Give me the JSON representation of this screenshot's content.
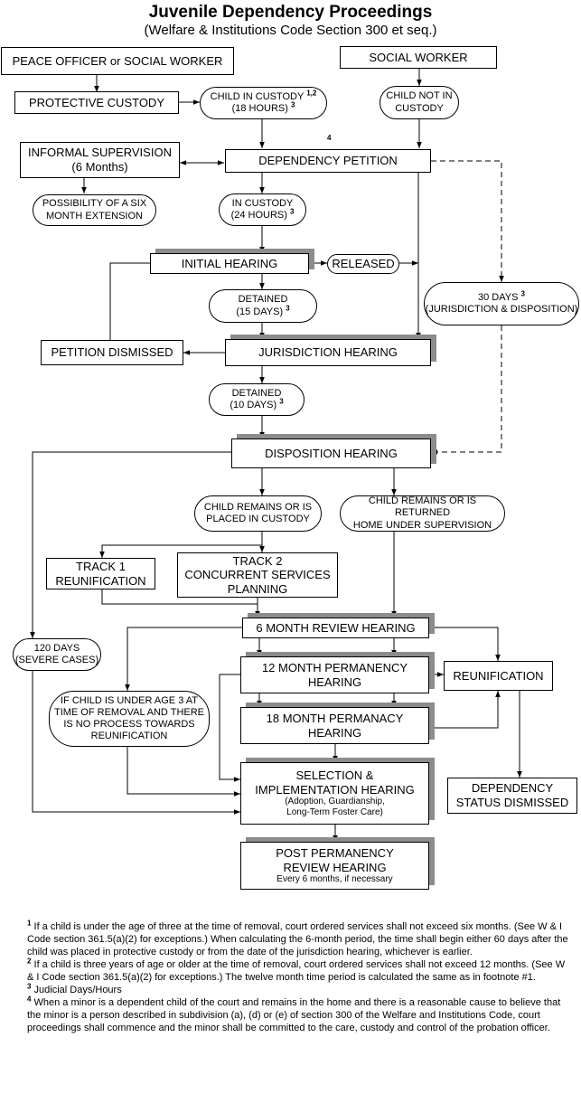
{
  "title": "Juvenile Dependency Proceedings",
  "subtitle": "(Welfare & Institutions Code Section 300 et seq.)",
  "nodes": {
    "peace_officer": "PEACE OFFICER or SOCIAL WORKER",
    "social_worker": "SOCIAL WORKER",
    "protective_custody": "PROTECTIVE CUSTODY",
    "child_in_custody": "CHILD IN CUSTODY",
    "child_in_custody_sup": "1,2",
    "child_in_custody_hours": "(18 HOURS)",
    "child_not_in_custody_1": "CHILD NOT IN",
    "child_not_in_custody_2": "CUSTODY",
    "informal_supervision": "INFORMAL SUPERVISION",
    "informal_supervision_months": "(6 Months)",
    "dependency_petition": "DEPENDENCY PETITION",
    "footnote_marker_4": "4",
    "extension_1": "POSSIBILITY OF A SIX",
    "extension_2": "MONTH EXTENSION",
    "in_custody": "IN CUSTODY",
    "in_custody_hours": "(24 HOURS)",
    "initial_hearing": "INITIAL HEARING",
    "released": "RELEASED",
    "thirty_days": "30 DAYS",
    "thirty_days_detail": "(JURISDICTION & DISPOSITION)",
    "detained": "DETAINED",
    "detained_15": "(15 DAYS)",
    "petition_dismissed": "PETITION DISMISSED",
    "jurisdiction_hearing": "JURISDICTION HEARING",
    "detained_10": "(10 DAYS)",
    "disposition_hearing": "DISPOSITION HEARING",
    "remains_custody_1": "CHILD REMAINS OR IS",
    "remains_custody_2": "PLACED IN CUSTODY",
    "remains_home_1": "CHILD REMAINS OR IS RETURNED",
    "remains_home_2": "HOME UNDER SUPERVISION",
    "track1_1": "TRACK 1",
    "track1_2": "REUNIFICATION",
    "track2_1": "TRACK 2",
    "track2_2": "CONCURRENT SERVICES",
    "track2_3": "PLANNING",
    "six_month_review": "6 MONTH REVIEW HEARING",
    "days_120": "120 DAYS",
    "severe_cases": "(SEVERE CASES)",
    "twelve_month_1": "12 MONTH PERMANENCY",
    "twelve_month_2": "HEARING",
    "reunification": "REUNIFICATION",
    "under3_1": "IF CHILD IS UNDER AGE 3 AT",
    "under3_2": "TIME OF REMOVAL AND THERE",
    "under3_3": "IS NO PROCESS TOWARDS",
    "under3_4": "REUNIFICATION",
    "eighteen_month_1": "18 MONTH PERMANACY",
    "eighteen_month_2": "HEARING",
    "selection_1": "SELECTION &",
    "selection_2": "IMPLEMENTATION HEARING",
    "selection_3": "(Adoption, Guardianship,",
    "selection_4": "Long-Term Foster Care)",
    "dependency_dismissed_1": "DEPENDENCY",
    "dependency_dismissed_2": "STATUS DISMISSED",
    "post_perm_1": "POST PERMANENCY",
    "post_perm_2": "REVIEW HEARING",
    "post_perm_3": "Every 6 months, if necessary",
    "sup3": "3"
  },
  "footnotes": [
    {
      "num": "1",
      "text": "If a child is under the age of three at the time of removal, court ordered services shall not exceed six months. (See W & I Code section 361.5(a)(2) for exceptions.) When calculating the 6-month period, the time shall begin either 60 days after the child was placed in protective custody or from the date of the jurisdiction hearing, whichever is earlier."
    },
    {
      "num": "2",
      "text": "If a child is three years of age or older at the time of removal, court ordered services shall not exceed 12 months. (See W & I Code section 361.5(a)(2) for exceptions.) The twelve month time period is calculated the same as in footnote #1."
    },
    {
      "num": "3",
      "text": "Judicial Days/Hours"
    },
    {
      "num": "4",
      "text": "When a minor is a dependent child of the court and remains in the home and there is a reasonable cause to believe that the minor is a person described in subdivision (a), (d) or (e) of section 300 of the Welfare and Institutions Code, court proceedings shall commence and the minor shall be committed to the care, custody and control of the probation officer."
    }
  ]
}
